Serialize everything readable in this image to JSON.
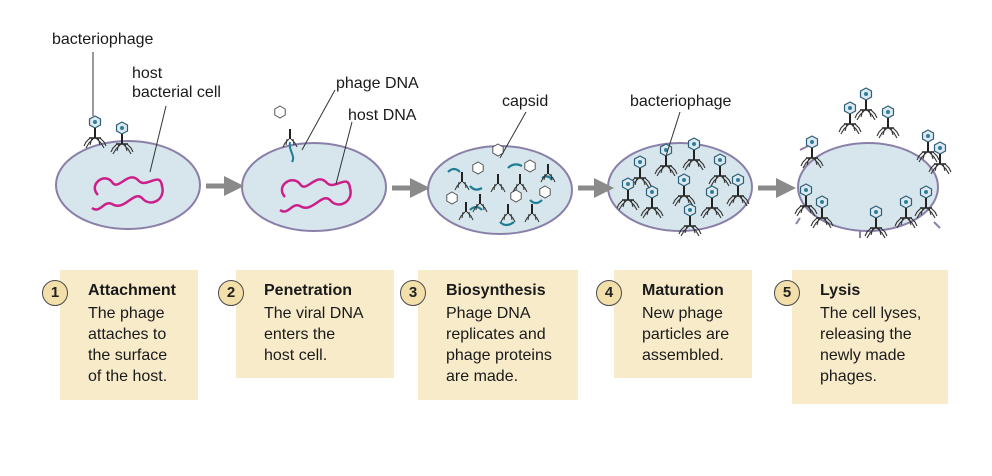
{
  "labels": {
    "bacteriophage_1": "bacteriophage",
    "host_bacterial_cell": "host\nbacterial cell",
    "phage_dna": "phage DNA",
    "host_dna": "host DNA",
    "capsid": "capsid",
    "bacteriophage_2": "bacteriophage"
  },
  "stages": [
    {
      "number": "1",
      "title": "Attachment",
      "description": "The phage\nattaches to\nthe surface\nof the host."
    },
    {
      "number": "2",
      "title": "Penetration",
      "description": "The viral DNA\nenters the\nhost cell."
    },
    {
      "number": "3",
      "title": "Biosynthesis",
      "description": "Phage DNA\nreplicates and\nphage proteins\nare made."
    },
    {
      "number": "4",
      "title": "Maturation",
      "description": "New phage\nparticles are\nassembled."
    },
    {
      "number": "5",
      "title": "Lysis",
      "description": "The cell lyses,\nreleasing the\nnewly made\nphages."
    }
  ],
  "colors": {
    "cell_fill": "#d6e6ec",
    "cell_stroke": "#8a7fa8",
    "host_dna": "#cc1f8a",
    "phage_dna": "#1f7e96",
    "arrow": "#8a8a8a",
    "box_fill": "#f7ebc9",
    "number_fill": "#f3dfaa"
  }
}
